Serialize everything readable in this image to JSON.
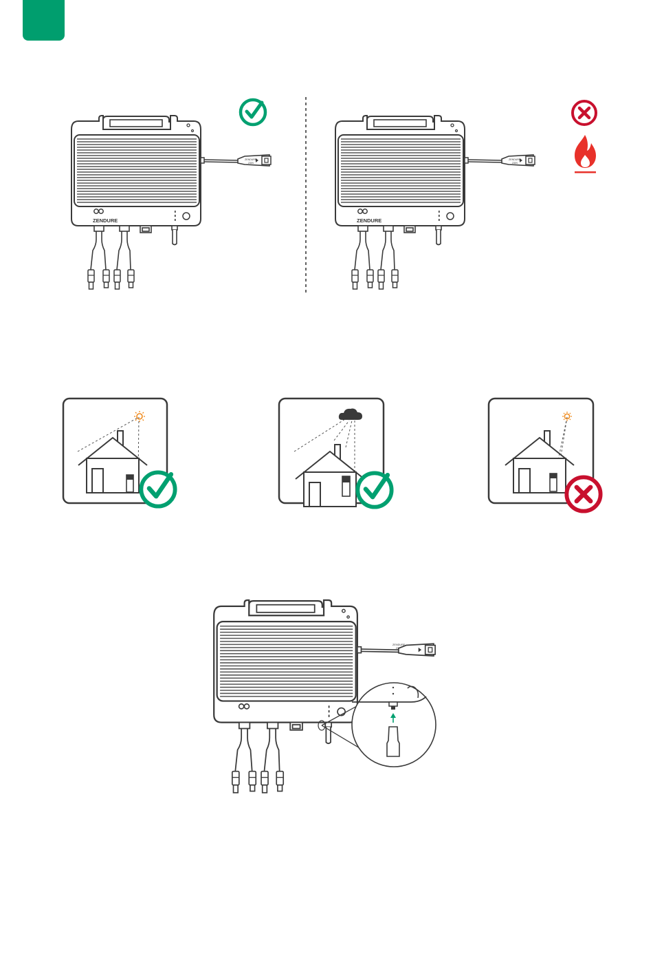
{
  "colors": {
    "accent_green": "#009e6e",
    "ok_green": "#00a070",
    "bad_red": "#c8102e",
    "fire_red": "#e8312a",
    "sun_orange": "#f08a1c",
    "line": "#3a3a3a"
  },
  "device": {
    "brand": "ZENDURE",
    "plug_text_line1": "ZENDURE",
    "plug_text_line2": "230V"
  },
  "icons": {
    "ok": "check-circle-icon",
    "bad": "x-circle-icon",
    "fire": "fire-icon",
    "sun": "sun-icon",
    "cloud": "cloud-icon",
    "house": "house-icon"
  }
}
